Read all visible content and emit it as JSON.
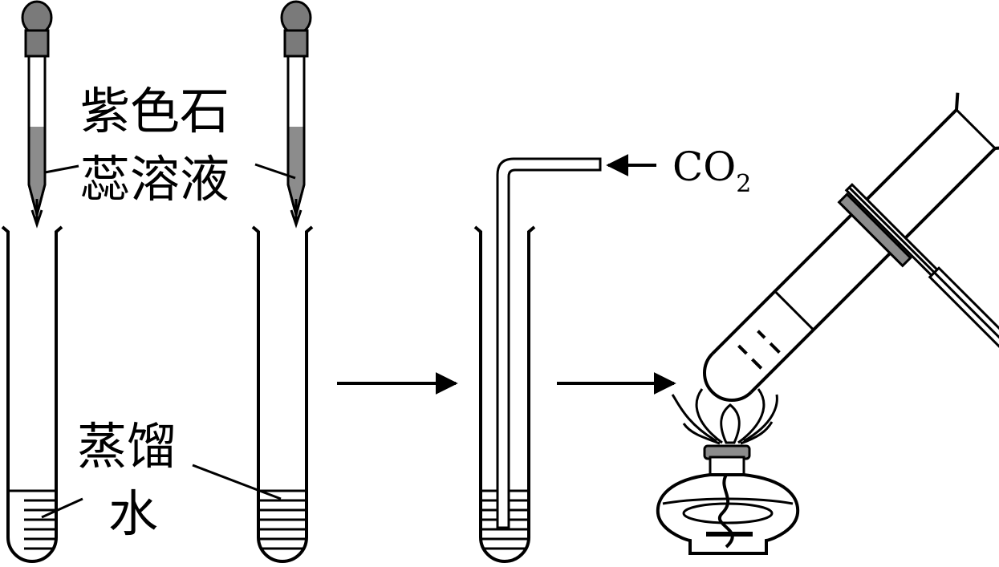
{
  "labels": {
    "dropper_solution_line1": "紫色石",
    "dropper_solution_line2": "蕊溶液",
    "water_line1": "蒸馏",
    "water_line2": "水",
    "gas_main": "CO",
    "gas_subscript": "2"
  },
  "colors": {
    "ink": "#000000",
    "bulb": "#7a7a7a",
    "solution": "#8c8c8c",
    "background": "#ffffff"
  }
}
